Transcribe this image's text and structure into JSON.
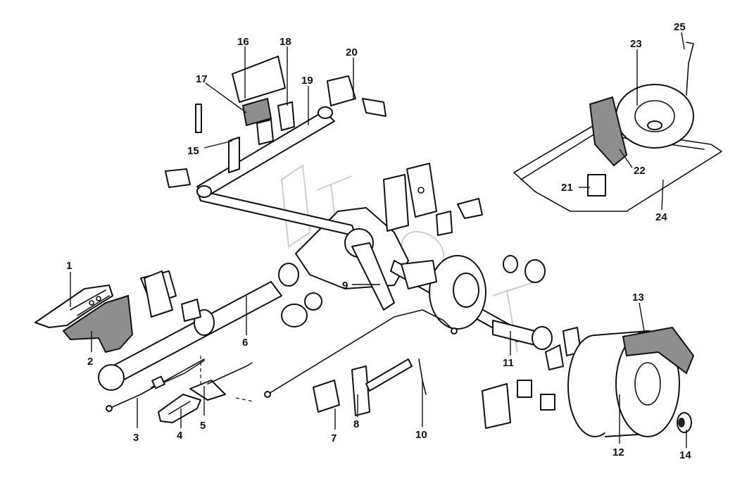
{
  "diagram": {
    "callouts": [
      {
        "id": "1",
        "label": "1"
      },
      {
        "id": "2",
        "label": "2"
      },
      {
        "id": "3",
        "label": "3"
      },
      {
        "id": "4",
        "label": "4"
      },
      {
        "id": "5",
        "label": "5"
      },
      {
        "id": "6",
        "label": "6"
      },
      {
        "id": "7",
        "label": "7"
      },
      {
        "id": "8",
        "label": "8"
      },
      {
        "id": "9",
        "label": "9"
      },
      {
        "id": "10",
        "label": "10"
      },
      {
        "id": "11",
        "label": "11"
      },
      {
        "id": "12",
        "label": "12"
      },
      {
        "id": "13",
        "label": "13"
      },
      {
        "id": "14",
        "label": "14"
      },
      {
        "id": "15",
        "label": "15"
      },
      {
        "id": "16",
        "label": "16"
      },
      {
        "id": "17",
        "label": "17"
      },
      {
        "id": "18",
        "label": "18"
      },
      {
        "id": "19",
        "label": "19"
      },
      {
        "id": "20",
        "label": "20"
      },
      {
        "id": "21",
        "label": "21"
      },
      {
        "id": "22",
        "label": "22"
      },
      {
        "id": "23",
        "label": "23"
      },
      {
        "id": "24",
        "label": "24"
      },
      {
        "id": "25",
        "label": "25"
      }
    ]
  }
}
